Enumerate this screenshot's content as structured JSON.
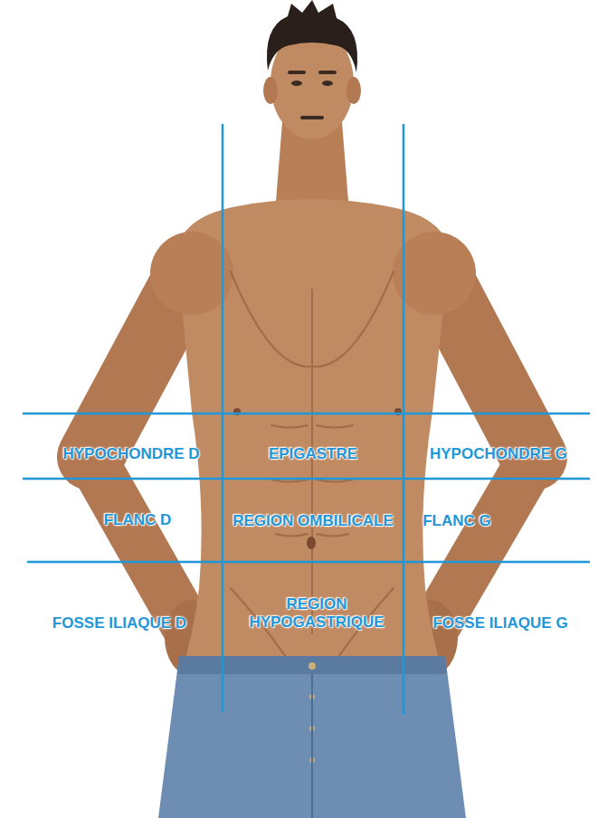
{
  "diagram": {
    "labels": [
      "HYPOCHONDRE D",
      "EPIGASTRE",
      "HYPOCHONDRE G",
      "FLANC D",
      "REGION OMBILICALE",
      "FLANC G",
      "FOSSE ILIAQUE D",
      "REGION HYPOGASTRIQUE",
      "FOSSE ILIAQUE G"
    ]
  }
}
